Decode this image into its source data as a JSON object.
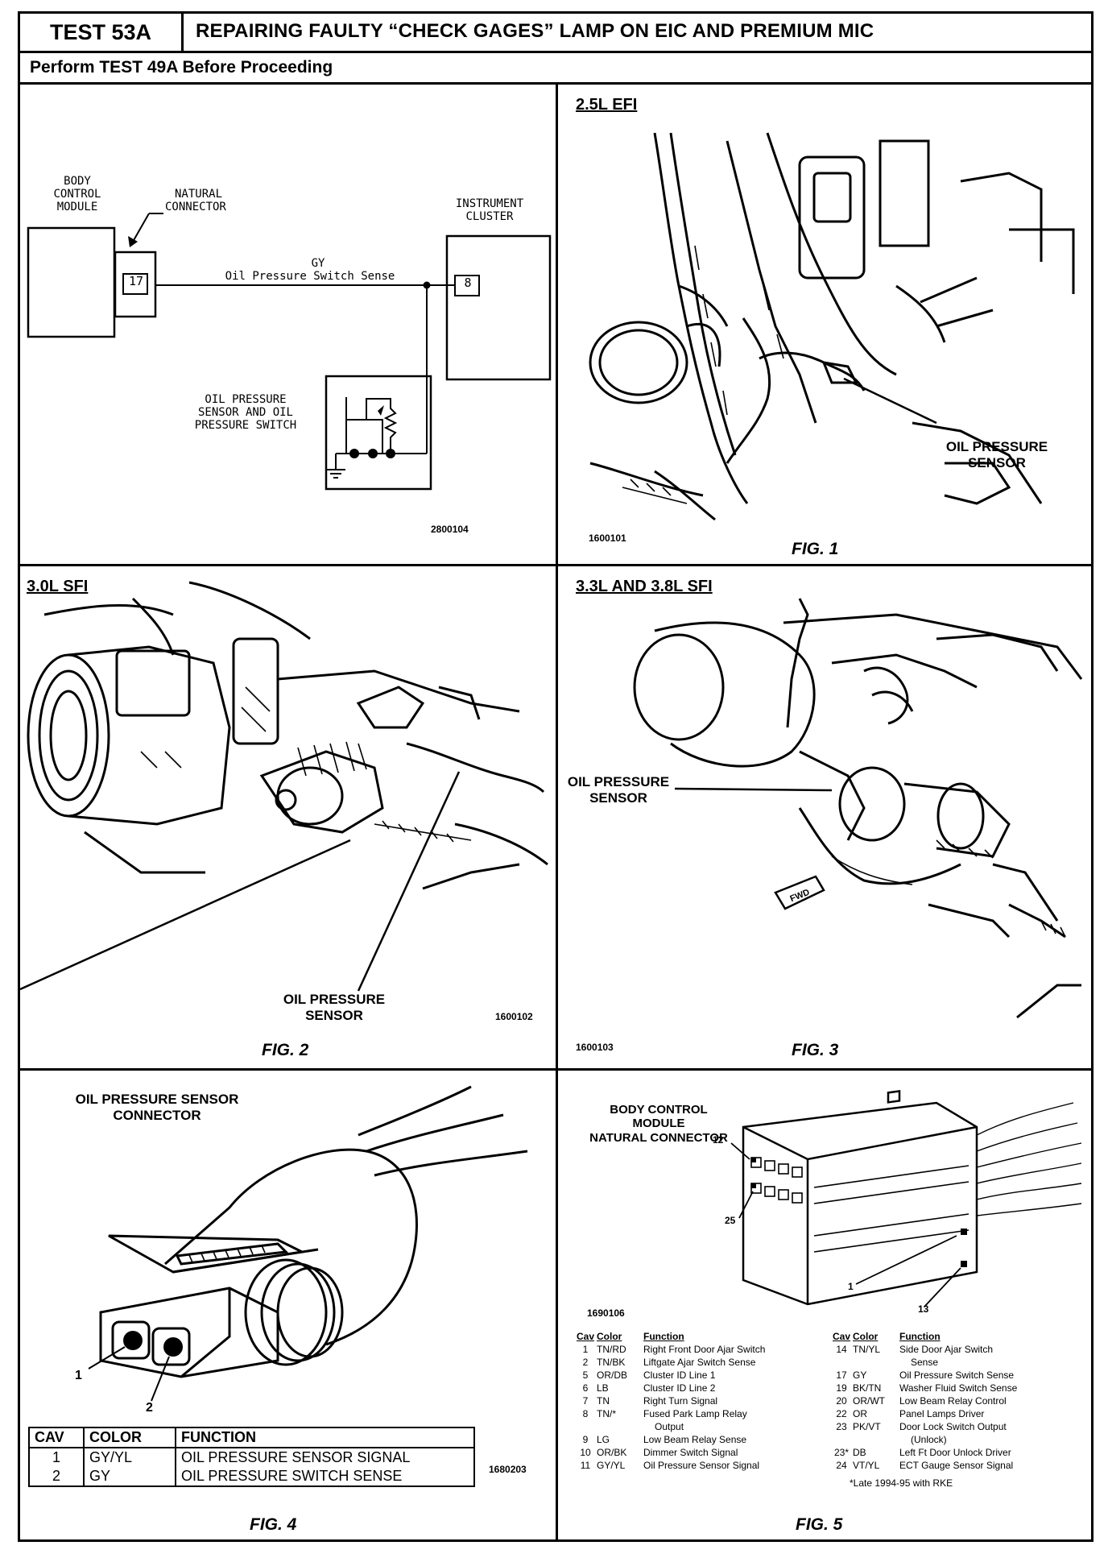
{
  "header": {
    "test_id": "TEST 53A",
    "title": "REPAIRING FAULTY “CHECK GAGES” LAMP ON EIC AND PREMIUM MIC",
    "prerequisite": "Perform TEST 49A Before Proceeding"
  },
  "schematic": {
    "bcm_label": [
      "BODY",
      "CONTROL",
      "MODULE"
    ],
    "connector_label": [
      "NATURAL",
      "CONNECTOR"
    ],
    "cluster_label": [
      "INSTRUMENT",
      "CLUSTER"
    ],
    "bcm_pin": "17",
    "cluster_pin": "8",
    "wire_color": "GY",
    "wire_label": "Oil Pressure Switch Sense",
    "sensor_label": [
      "OIL PRESSURE",
      "SENSOR AND OIL",
      "PRESSURE SWITCH"
    ],
    "code": "2800104"
  },
  "fig1": {
    "engine": "2.5L EFI",
    "callout": [
      "OIL PRESSURE",
      "SENSOR"
    ],
    "code": "1600101",
    "figure": "FIG. 1"
  },
  "fig2": {
    "engine": "3.0L SFI",
    "callout": [
      "OIL PRESSURE",
      "SENSOR"
    ],
    "code": "1600102",
    "figure": "FIG. 2"
  },
  "fig3": {
    "engine": "3.3L AND 3.8L SFI",
    "callout": [
      "OIL PRESSURE",
      "SENSOR"
    ],
    "code": "1600103",
    "figure": "FIG. 3",
    "fwd": "FWD"
  },
  "fig4": {
    "title": [
      "OIL PRESSURE SENSOR",
      "CONNECTOR"
    ],
    "pin1": "1",
    "pin2": "2",
    "code": "1680203",
    "figure": "FIG. 4",
    "table": {
      "headers": [
        "CAV",
        "COLOR",
        "FUNCTION"
      ],
      "rows": [
        [
          "1",
          "GY/YL",
          "OIL PRESSURE SENSOR SIGNAL"
        ],
        [
          "2",
          "GY",
          "OIL PRESSURE SWITCH SENSE"
        ]
      ]
    }
  },
  "fig5": {
    "title": [
      "BODY CONTROL",
      "MODULE",
      "NATURAL CONNECTOR"
    ],
    "pins": {
      "p12": "12",
      "p25": "25",
      "p1": "1",
      "p13": "13"
    },
    "code": "1690106",
    "figure": "FIG. 5",
    "headers": [
      "Cav",
      "Color",
      "Function"
    ],
    "left_rows": [
      [
        "1",
        "TN/RD",
        "Right Front Door Ajar Switch"
      ],
      [
        "2",
        "TN/BK",
        "Liftgate Ajar Switch Sense"
      ],
      [
        "5",
        "OR/DB",
        "Cluster ID Line 1"
      ],
      [
        "6",
        "LB",
        "Cluster ID Line 2"
      ],
      [
        "7",
        "TN",
        "Right Turn Signal"
      ],
      [
        "8",
        "TN/*",
        "Fused Park Lamp Relay"
      ],
      [
        "",
        "",
        "Output"
      ],
      [
        "9",
        "LG",
        "Low Beam Relay Sense"
      ],
      [
        "10",
        "OR/BK",
        "Dimmer Switch Signal"
      ],
      [
        "11",
        "GY/YL",
        "Oil Pressure Sensor Signal"
      ]
    ],
    "right_rows": [
      [
        "14",
        "TN/YL",
        "Side Door Ajar Switch"
      ],
      [
        "",
        "",
        "Sense"
      ],
      [
        "17",
        "GY",
        "Oil Pressure Switch Sense"
      ],
      [
        "19",
        "BK/TN",
        "Washer Fluid Switch Sense"
      ],
      [
        "20",
        "OR/WT",
        "Low Beam Relay Control"
      ],
      [
        "22",
        "OR",
        "Panel Lamps Driver"
      ],
      [
        "23",
        "PK/VT",
        "Door Lock Switch Output"
      ],
      [
        "",
        "",
        "(Unlock)"
      ],
      [
        "23*",
        "DB",
        "Left Ft Door Unlock Driver"
      ],
      [
        "24",
        "VT/YL",
        "ECT Gauge Sensor Signal"
      ]
    ],
    "footnote": "*Late 1994-95 with RKE"
  }
}
